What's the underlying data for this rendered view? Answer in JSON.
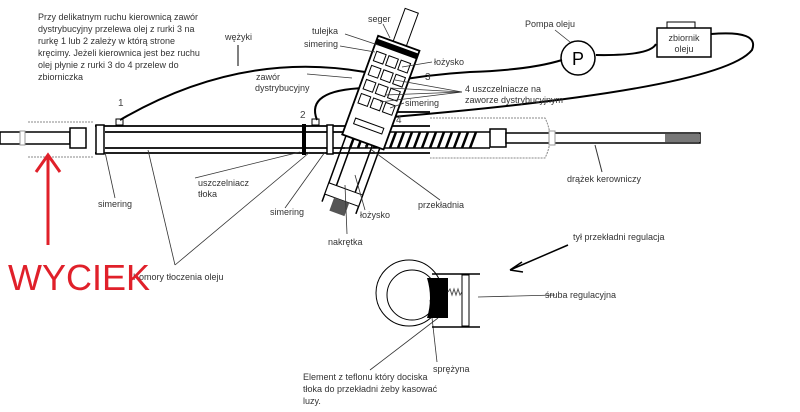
{
  "description_text": [
    "Przy delikatnym ruchu kierownicą zawór",
    "dystrybucyjny przelewa olej z rurki 3 na",
    "rurkę 1 lub 2 zależy w którą strone",
    "kręcimy. Jeżeli kierownica jest bez ruchu",
    "olej płynie z rurki 3 do 4 przelew do",
    "zbiorniczka"
  ],
  "labels": {
    "hoses": "wężyki",
    "seger": "seger",
    "tulejka": "tulejka",
    "simering_top": "simering",
    "valve": [
      "zawór",
      "dystrybucyjny"
    ],
    "bearing_top": "łożysko",
    "seals": [
      "4 uszczelniacze na",
      "zaworze dystrybucyjnym"
    ],
    "simering_valve": "simering",
    "pump": "Pompa oleju",
    "pump_symbol": "P",
    "reservoir": [
      "zbiornik",
      "oleju"
    ],
    "tie_rod": "drążek kerowniczy",
    "simering_left": "simering",
    "piston_seal": [
      "uszczelniacz",
      "tłoka"
    ],
    "simering_mid": "simering",
    "bearing_bottom": "łożysko",
    "gear": "przekładnia",
    "nut": "nakrętka",
    "chambers": "Komory tłoczenia oleju",
    "leak": "WYCIEK",
    "rear_adjust": "tył przekładni regulacja",
    "adjust_screw": "śruba regulacyjna",
    "spring": "sprężyna",
    "teflon_text": [
      "Element z teflonu który dociska",
      "tłoka do przekładni żeby kasować",
      "luzy."
    ]
  },
  "port_numbers": [
    "1",
    "2",
    "3",
    "4"
  ],
  "colors": {
    "leak": "#e0202a",
    "line": "#000000",
    "text": "#333333"
  }
}
